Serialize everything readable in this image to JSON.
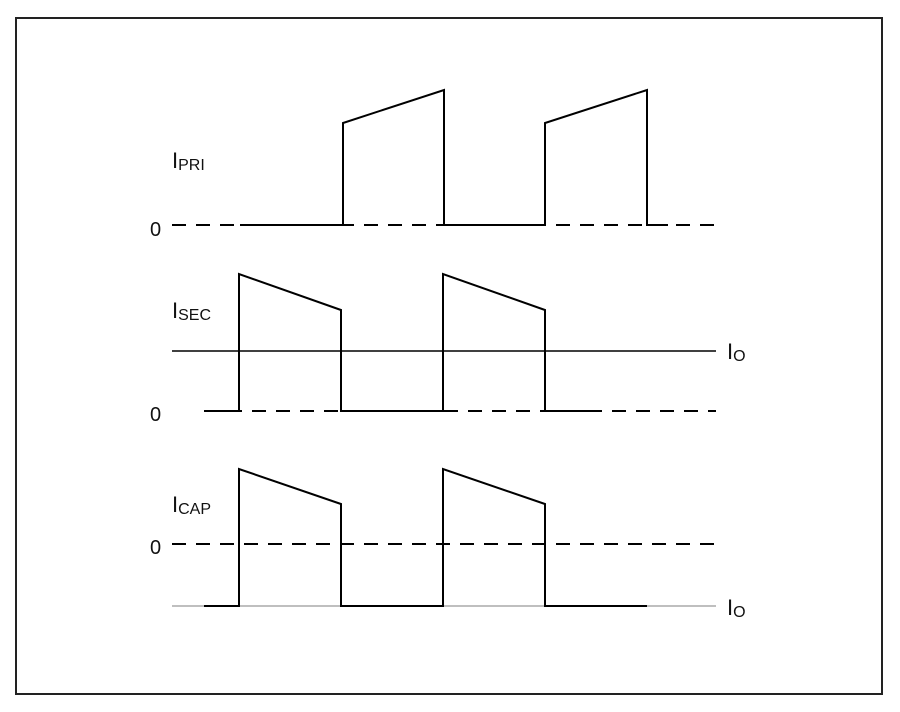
{
  "signals": [
    {
      "id": "pri",
      "label_main": "I",
      "label_sub": "PRI",
      "zero_label": "0"
    },
    {
      "id": "sec",
      "label_main": "I",
      "label_sub": "SEC",
      "zero_label": "0",
      "ref_label_main": "I",
      "ref_label_sub": "O"
    },
    {
      "id": "cap",
      "label_main": "I",
      "label_sub": "CAP",
      "zero_label": "0",
      "ref_label_main": "I",
      "ref_label_sub": "O"
    }
  ]
}
